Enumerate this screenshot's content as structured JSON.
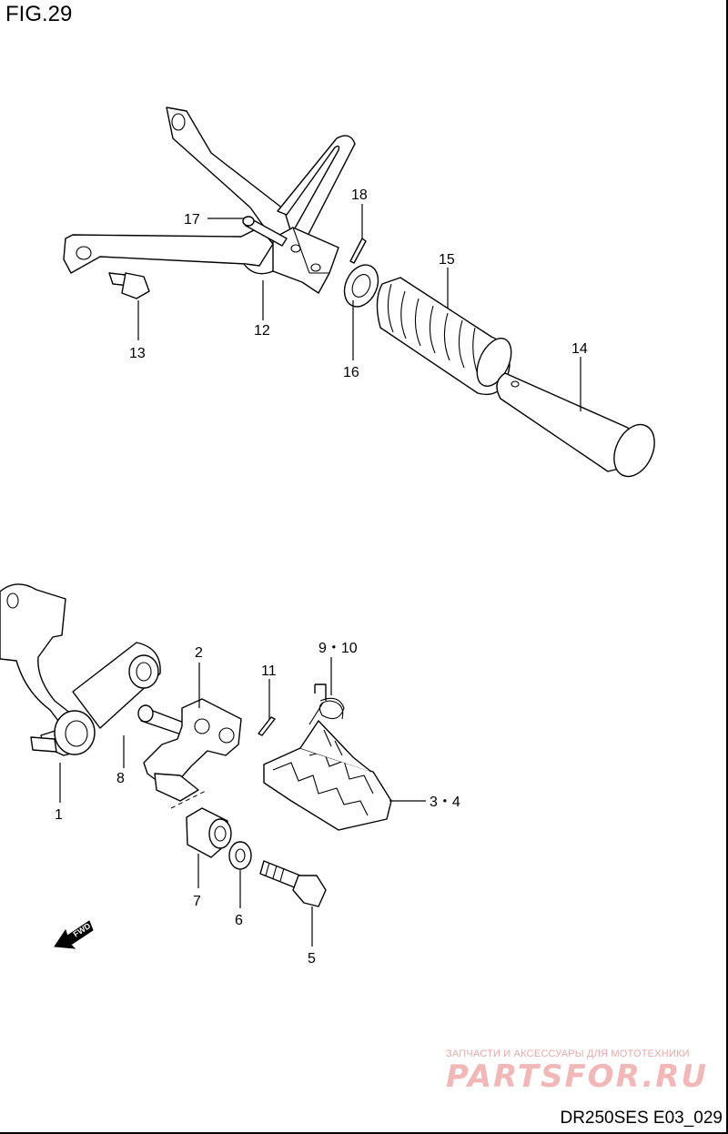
{
  "figure": {
    "title": "FIG.29",
    "code": "DR250SES E03_029"
  },
  "watermark": {
    "tagline": "ЗАПЧАСТИ И АКСЕССУАРЫ ДЛЯ МОТОТЕХНИКИ",
    "logo": "PARTSFOR.RU"
  },
  "fwd_label": "FWD",
  "callouts": {
    "p1": "1",
    "p2": "2",
    "p34": "3・4",
    "p5": "5",
    "p6": "6",
    "p7": "7",
    "p8": "8",
    "p910": "9・10",
    "p11": "11",
    "p12": "12",
    "p13": "13",
    "p14": "14",
    "p15": "15",
    "p16": "16",
    "p17": "17",
    "p18": "18"
  }
}
